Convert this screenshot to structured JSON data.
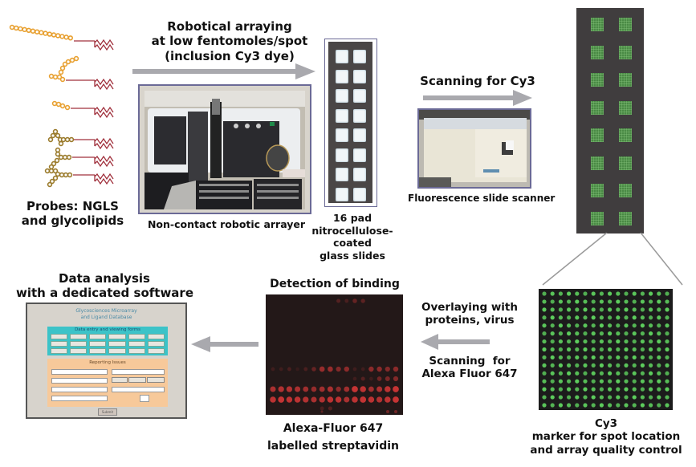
{
  "probes": {
    "label_lines": [
      "Probes: NGLS",
      "and glycolipids"
    ],
    "count": 6,
    "colors": {
      "oligo_linear": "#e8a030",
      "oligo_branched": "#9a7a2a",
      "lipid": "#a0303c"
    }
  },
  "step_arraying": {
    "label_lines": [
      "Robotical arraying",
      "at low fentomoles/spot",
      "(inclusion Cy3 dye)"
    ],
    "arrow_direction": "right"
  },
  "arrayer_photo": {
    "caption": "Non-contact robotic arrayer"
  },
  "slide": {
    "caption_lines": [
      "16 pad",
      "nitrocellulose-",
      "coated",
      "glass slides"
    ],
    "pads": 16,
    "columns": 2,
    "rows": 8
  },
  "step_scanning_cy3": {
    "label": "Scanning for Cy3",
    "arrow_direction": "right"
  },
  "scanner_photo": {
    "caption": "Fluorescence slide scanner"
  },
  "cy3_slide": {
    "pads": 16,
    "columns": 2,
    "rows": 8,
    "pad_color": "#4a8a45"
  },
  "cy3_grid": {
    "columns": 16,
    "rows": 15,
    "spot_color": "#5fd35f",
    "caption_lines": [
      "Cy3",
      "marker for spot location",
      "and array quality control"
    ]
  },
  "step_overlay": {
    "label_top_lines": [
      "Overlaying with",
      "proteins, virus"
    ],
    "label_bottom_lines": [
      "Scanning  for",
      "Alexa Fluor 647"
    ],
    "arrow_direction": "left"
  },
  "detection": {
    "title": "Detection of binding",
    "caption_lines": [
      "Alexa-Fluor 647",
      "labelled streptavidin"
    ],
    "spot_color": "#e23a3a",
    "columns": 16
  },
  "analysis": {
    "title_lines": [
      "Data analysis",
      "with a dedicated software"
    ],
    "arrow_direction": "left",
    "software": {
      "app_title_lines": [
        "Glycosciences Microarray",
        "and Ligand Database"
      ],
      "forms_panel_title": "Data entry and viewing forms",
      "forms_buttons_count": 18,
      "reporting_panel_title": "Reporting Issues",
      "submit_label": "Submit"
    }
  }
}
